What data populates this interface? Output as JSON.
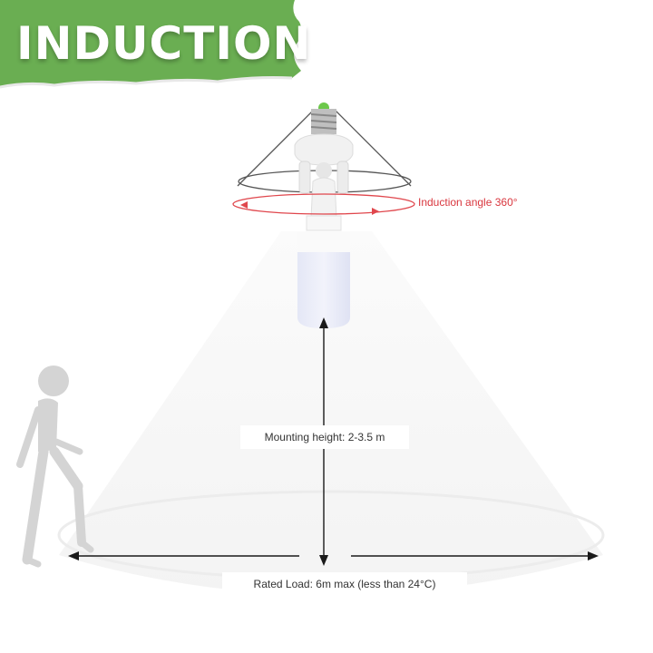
{
  "banner": {
    "title": "INDUCTION",
    "color": "#6aae52"
  },
  "labels": {
    "induction_angle": "Induction angle 360°",
    "mounting_height": "Mounting height: 2-3.5 m",
    "rated_load": "Rated Load: 6m max (less than 24°C)"
  },
  "colors": {
    "angle_ring": "#e0474d",
    "sensor_ring": "#555555",
    "arrows": "#1a1a1a",
    "person": "#d4d4d4",
    "light_cone": "#f5f5f5"
  }
}
